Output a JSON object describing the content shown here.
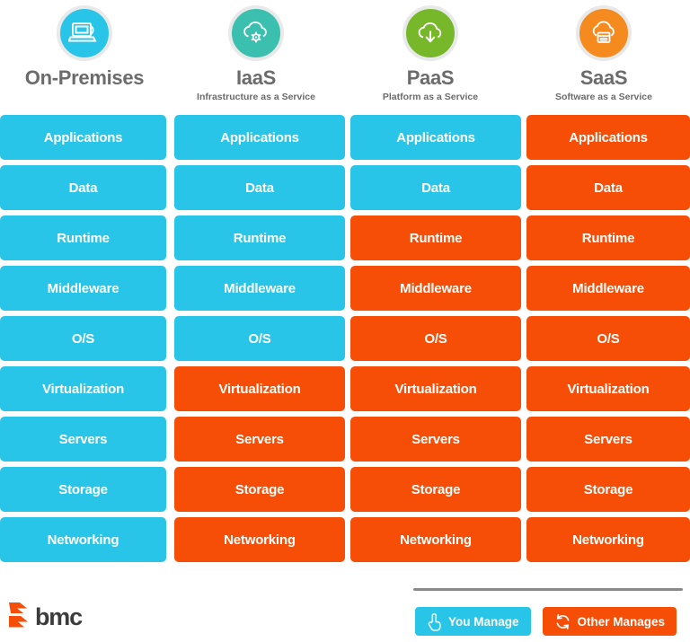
{
  "columns": [
    {
      "title": "On-Premises",
      "subtitle": "",
      "icon": "laptop-icon",
      "icon_color": "#29C5E8"
    },
    {
      "title": "IaaS",
      "subtitle": "Infrastructure as a Service",
      "icon": "cloud-gear-icon",
      "icon_color": "#3BBFAE"
    },
    {
      "title": "PaaS",
      "subtitle": "Platform as a Service",
      "icon": "cloud-download-icon",
      "icon_color": "#76B82A"
    },
    {
      "title": "SaaS",
      "subtitle": "Software as a Service",
      "icon": "cloud-window-icon",
      "icon_color": "#F58A1F"
    }
  ],
  "layers": [
    "Applications",
    "Data",
    "Runtime",
    "Middleware",
    "O/S",
    "Virtualization",
    "Servers",
    "Storage",
    "Networking"
  ],
  "matrix": [
    [
      "you",
      "you",
      "you",
      "other"
    ],
    [
      "you",
      "you",
      "you",
      "other"
    ],
    [
      "you",
      "you",
      "other",
      "other"
    ],
    [
      "you",
      "you",
      "other",
      "other"
    ],
    [
      "you",
      "you",
      "other",
      "other"
    ],
    [
      "you",
      "other",
      "other",
      "other"
    ],
    [
      "you",
      "other",
      "other",
      "other"
    ],
    [
      "you",
      "other",
      "other",
      "other"
    ],
    [
      "you",
      "other",
      "other",
      "other"
    ]
  ],
  "legend": {
    "you_manage": {
      "label": "You Manage",
      "icon": "pointing-hand-icon",
      "color": "#29C5E8"
    },
    "other_manages": {
      "label": "Other Manages",
      "icon": "refresh-circle-icon",
      "color": "#F64E07"
    }
  },
  "logo": {
    "text": "bmc",
    "mark": "bmc-flame-icon",
    "mark_color": "#F64E07",
    "text_color": "#3C3C3C"
  },
  "colors": {
    "you_manage": "#29C5E8",
    "other_manages": "#F64E07",
    "header_text": "#6B6B6B",
    "background": "#FFFFFF"
  }
}
